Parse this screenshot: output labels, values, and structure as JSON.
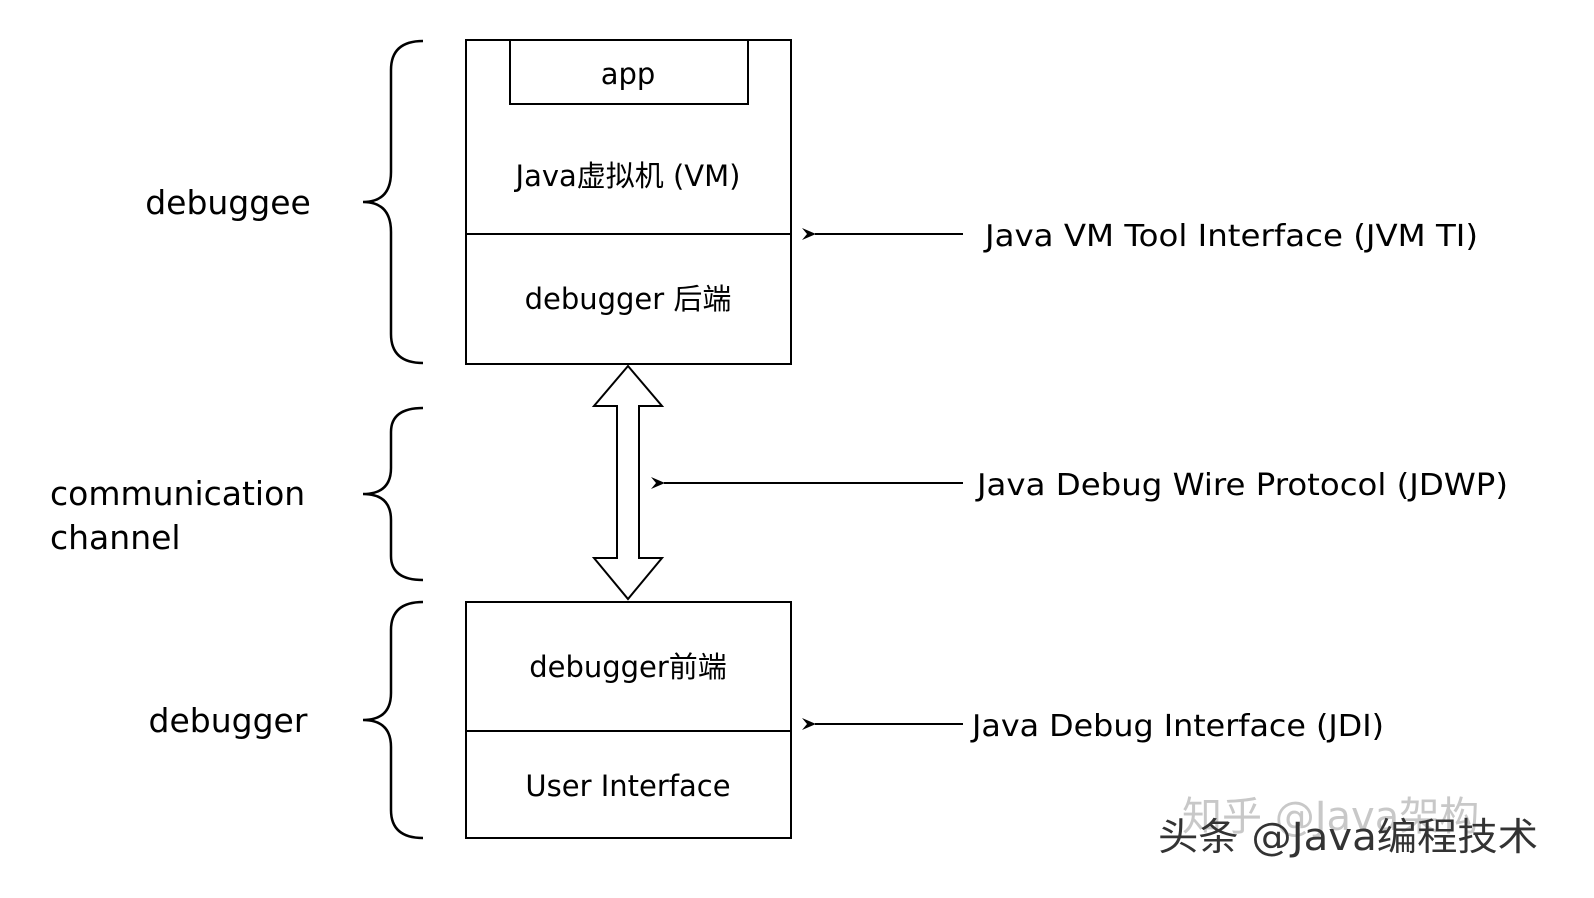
{
  "colors": {
    "stroke": "#000000",
    "background": "#ffffff",
    "watermark_light": "#c8c8c8",
    "watermark_dark": "#333333"
  },
  "labels": {
    "debuggee": "debuggee",
    "communication": "communication",
    "channel": "channel",
    "debugger": "debugger"
  },
  "boxes": {
    "app": "app",
    "java_vm": "Java虚拟机 (VM)",
    "debugger_backend": "debugger 后端",
    "debugger_frontend": "debugger前端",
    "user_interface": "User Interface"
  },
  "interfaces": {
    "jvmti": "Java VM Tool Interface (JVM TI)",
    "jdwp": "Java Debug Wire Protocol (JDWP)",
    "jdi": "Java Debug Interface (JDI)"
  },
  "watermarks": {
    "zhihu": "知乎 @Java架构",
    "toutiao": "头条 @Java编程技术"
  }
}
